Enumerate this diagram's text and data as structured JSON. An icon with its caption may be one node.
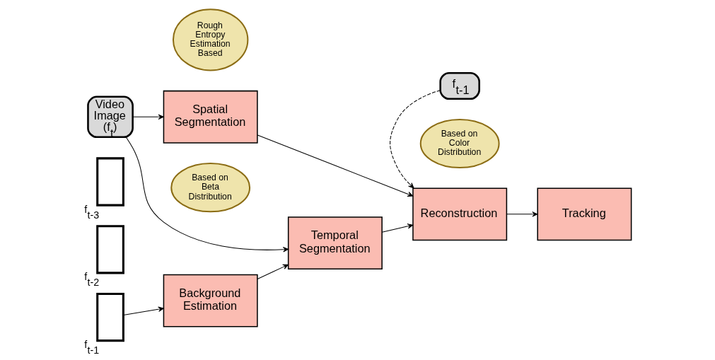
{
  "diagram": {
    "nodes": [
      {
        "text": [
          "Video Image (f$_{t}$)"
        ]
      },
      {
        "text": [
          "Spatial Segmentation"
        ]
      },
      {
        "text": [
          "Rough Entropy Estimation Based"
        ]
      },
      {
        "text": [
          "f$_{t-1}$"
        ]
      },
      {
        "text": [
          "Based on Color Distribution"
        ]
      },
      {
        "text": [
          "Reconstruction"
        ]
      },
      {
        "text": [
          "Tracking"
        ]
      },
      {
        "text": [],
        "shape": "box",
        "beside": [
          "f$_{t-3}$"
        ]
      },
      {
        "text": [],
        "shape": "box",
        "beside": [
          "f$_{t-2}$"
        ]
      },
      {
        "text": [],
        "shape": "box",
        "beside": [
          "f$_{t-1}$"
        ]
      },
      {
        "text": [
          "Based on Beta Distribution"
        ]
      },
      {
        "text": [
          "Background Estimation"
        ]
      },
      {
        "text": [
          "Temporal Segmentation"
        ]
      }
    ],
    "edges": [
      {
        "from": 0,
        "to": 1,
        "arrow": "to"
      },
      {
        "from": 1,
        "to": 5,
        "arrow": "to"
      },
      {
        "from": 0,
        "to": 12,
        "arrow": "to"
      },
      {
        "from": 3,
        "to": 5,
        "arrow": "to",
        "style": "dashed"
      },
      {
        "from": 5,
        "to": 6,
        "arrow": "to"
      },
      {
        "from": 9,
        "to": 11,
        "arrow": "to"
      },
      {
        "from": 11,
        "to": 12,
        "arrow": "to"
      },
      {
        "from": 12,
        "to": 5,
        "arrow": "to"
      }
    ]
  }
}
